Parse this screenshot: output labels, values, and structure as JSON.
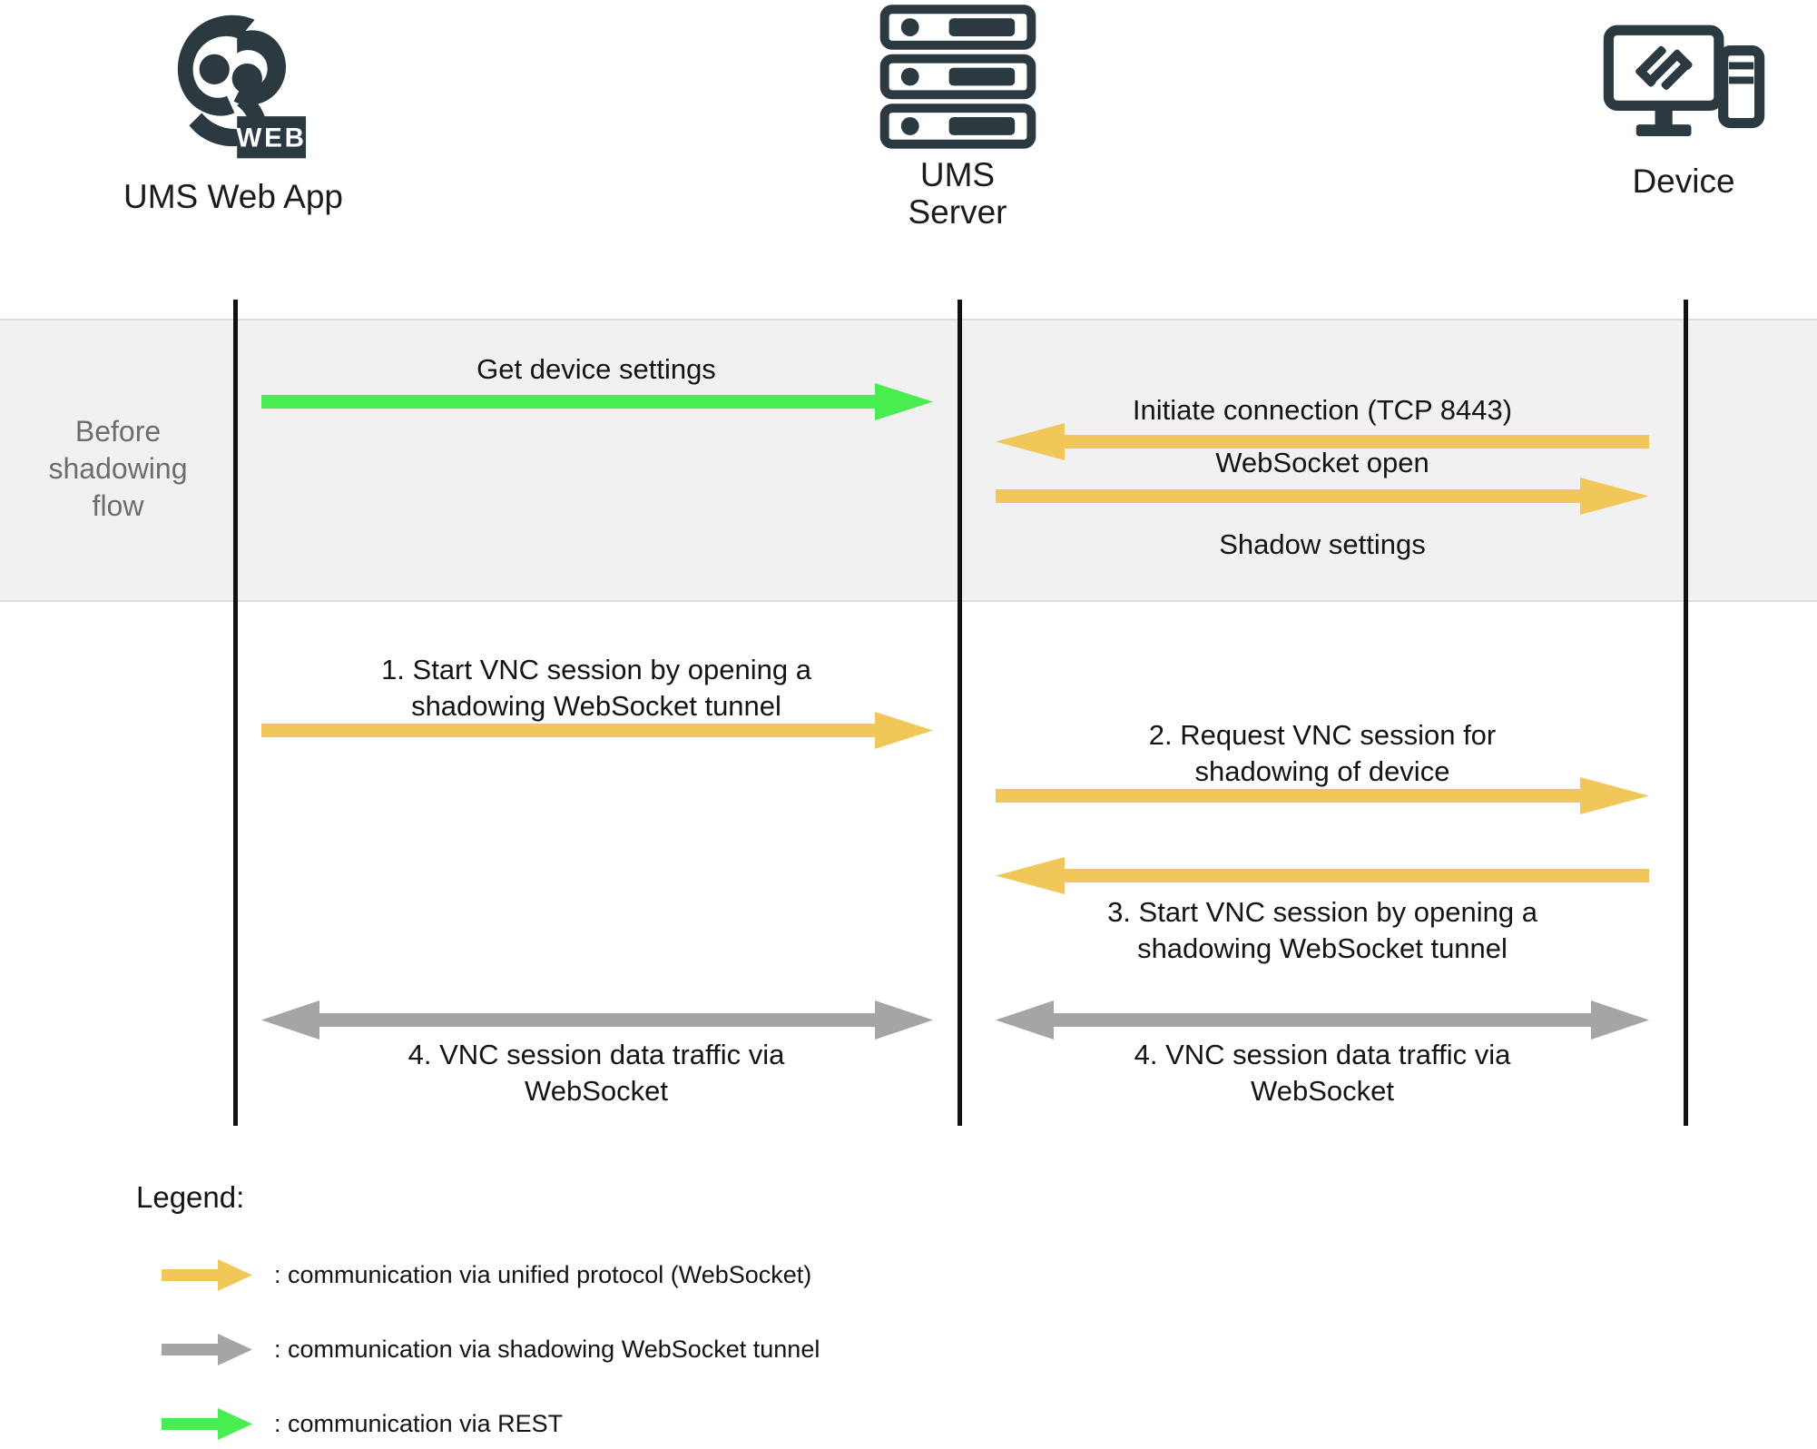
{
  "diagram": {
    "title": "UMS device shadowing sequence diagram",
    "colors": {
      "unified_protocol": "#f2c75a",
      "shadowing_tunnel": "#a5a5a5",
      "rest": "#4aed4f",
      "lifeline": "#111111",
      "band_fill": "#f1f1f1",
      "band_border": "#dedede",
      "icon": "#2b3940",
      "text": "#141414",
      "muted_text": "#6d6d6d"
    }
  },
  "actors": [
    {
      "id": "ums-web-app",
      "label": "UMS Web App",
      "icon": "ums-web-logo-icon"
    },
    {
      "id": "ums-server",
      "label": "UMS\nServer",
      "icon": "server-rack-icon"
    },
    {
      "id": "device",
      "label": "Device",
      "icon": "desktop-computer-icon"
    }
  ],
  "phases": [
    {
      "id": "before-shadowing-flow",
      "label": "Before\nshadowing\nflow"
    }
  ],
  "messages": [
    {
      "id": "get-device-settings",
      "label": "Get device settings",
      "from": "ums-web-app",
      "to": "ums-server",
      "direction": "right",
      "style": "rest"
    },
    {
      "id": "initiate-connection",
      "label": "Initiate connection (TCP 8443)",
      "from": "device",
      "to": "ums-server",
      "direction": "left",
      "style": "unified_protocol"
    },
    {
      "id": "websocket-open",
      "label": "WebSocket open",
      "from": "ums-server",
      "to": "device",
      "direction": "right",
      "style": "unified_protocol"
    },
    {
      "id": "shadow-settings",
      "label": "Shadow settings",
      "from": "ums-server",
      "to": "device",
      "direction": "right",
      "style": "unified_protocol"
    },
    {
      "id": "step-1-start-vnc-session",
      "label": "1.   Start VNC session by opening a\nshadowing WebSocket tunnel",
      "from": "ums-web-app",
      "to": "ums-server",
      "direction": "right",
      "style": "unified_protocol"
    },
    {
      "id": "step-2-request-vnc-session",
      "label": "2.   Request VNC session for\nshadowing of device",
      "from": "ums-server",
      "to": "device",
      "direction": "right",
      "style": "unified_protocol"
    },
    {
      "id": "step-3-start-vnc-session",
      "label": "3.   Start VNC session by opening a\nshadowing WebSocket tunnel",
      "from": "device",
      "to": "ums-server",
      "direction": "left",
      "style": "unified_protocol"
    },
    {
      "id": "step-4-vnc-traffic-left",
      "label": "4.   VNC session data traffic via\nWebSocket",
      "from": "ums-web-app",
      "to": "ums-server",
      "direction": "both",
      "style": "shadowing_tunnel"
    },
    {
      "id": "step-4-vnc-traffic-right",
      "label": "4.   VNC session data traffic via\nWebSocket",
      "from": "ums-server",
      "to": "device",
      "direction": "both",
      "style": "shadowing_tunnel"
    }
  ],
  "legend": {
    "title": "Legend:",
    "entries": [
      {
        "id": "legend-unified-protocol",
        "swatch": "unified_protocol",
        "text": ": communication via unified protocol (WebSocket)"
      },
      {
        "id": "legend-shadowing-tunnel",
        "swatch": "shadowing_tunnel",
        "text": ": communication via shadowing WebSocket tunnel"
      },
      {
        "id": "legend-rest",
        "swatch": "rest",
        "text": ": communication via REST"
      }
    ]
  }
}
